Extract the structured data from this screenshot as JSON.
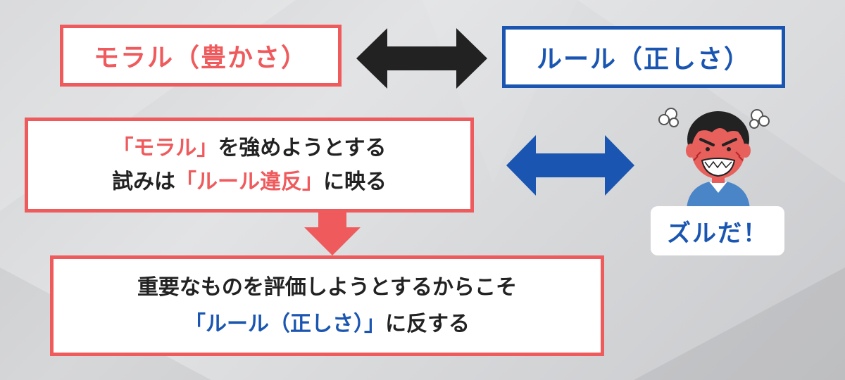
{
  "colors": {
    "accent_red": "#ef5a5d",
    "accent_blue": "#1a56b1",
    "text_dark": "#222222",
    "arrow_black": "#222222"
  },
  "top_left_box": {
    "text": "モラル（豊かさ）"
  },
  "top_right_box": {
    "text": "ルール（正しさ）"
  },
  "middle_box": {
    "line1_highlight": "「モラル」",
    "line1_rest": "を強めようとする",
    "line2_prefix": "試みは",
    "line2_highlight": "「ルール違反」",
    "line2_suffix": "に映る"
  },
  "bottom_box": {
    "line1": "重要なものを評価しようとするからこそ",
    "line2_highlight": "「ルール（正しさ）」",
    "line2_suffix": "に反する"
  },
  "speech_bubble": {
    "text": "ズルだ！"
  },
  "icons": [
    "double-arrow-black-icon",
    "double-arrow-blue-icon",
    "down-arrow-red-icon",
    "angry-man-illustration"
  ]
}
